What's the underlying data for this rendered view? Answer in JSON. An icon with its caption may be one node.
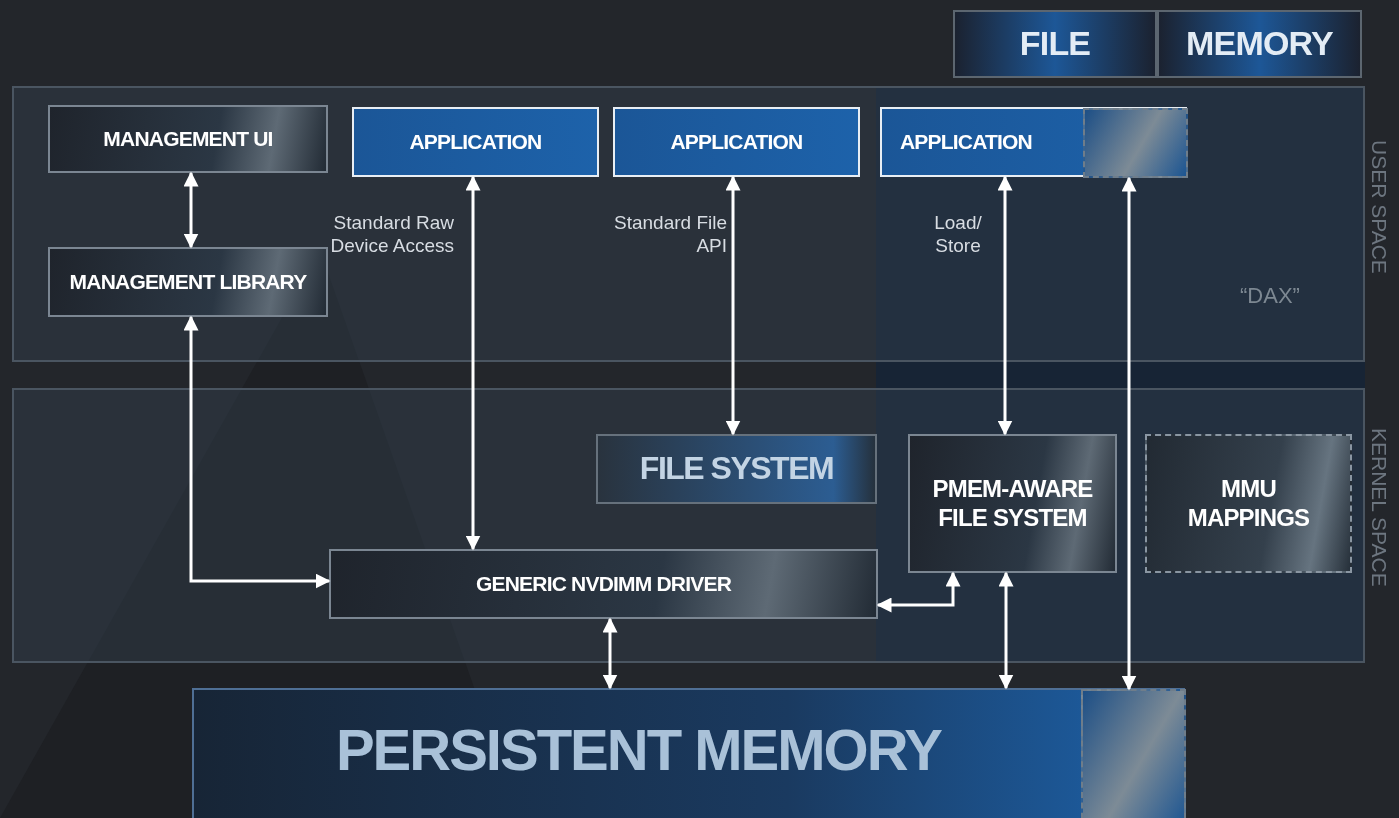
{
  "diagram": {
    "nodes": [
      {
        "text": [
          "FILE"
        ]
      },
      {
        "text": [
          "MEMORY"
        ]
      },
      {
        "text": [],
        "shape": "box"
      },
      {
        "text": [
          "MANAGEMENT UI"
        ],
        "in": 2
      },
      {
        "text": [
          "MANAGEMENT LIBRARY"
        ],
        "in": 2
      },
      {
        "text": [
          "APPLICATION"
        ],
        "in": 2
      },
      {
        "text": [
          "APPLICATION"
        ],
        "in": 2
      },
      {
        "text": [
          "APPLICATION"
        ],
        "in": 2
      },
      {
        "text": [],
        "shape": "box",
        "in": 7
      },
      {
        "text": [],
        "shape": "box"
      },
      {
        "text": [
          "FILE SYSTEM"
        ],
        "in": 9
      },
      {
        "text": [
          "PMEM-AWARE FILE SYSTEM"
        ],
        "in": 9
      },
      {
        "text": [
          "MMU MAPPINGS"
        ],
        "in": 9
      },
      {
        "text": [
          "GENERIC NVDIMM DRIVER"
        ],
        "in": 9
      },
      {
        "text": [
          "PERSISTENT MEMORY"
        ]
      },
      {
        "text": [],
        "shape": "box",
        "in": 14
      }
    ],
    "edges": [
      {
        "from": 3,
        "to": 4,
        "arrow": "both"
      },
      {
        "from": 4,
        "to": 13,
        "arrow": "both"
      },
      {
        "from": 5,
        "to": 13,
        "arrow": "both",
        "label": "Standard Raw Device Access"
      },
      {
        "from": 6,
        "to": 10,
        "arrow": "both",
        "label": "Standard File API"
      },
      {
        "from": 7,
        "to": 11,
        "arrow": "both",
        "label": "Load/ Store"
      },
      {
        "from": 11,
        "to": 13,
        "arrow": "both"
      },
      {
        "from": 13,
        "to": 14,
        "arrow": "both"
      },
      {
        "from": 11,
        "to": 14,
        "arrow": "both"
      },
      {
        "from": 8,
        "to": 15,
        "arrow": "both"
      }
    ],
    "labels": [
      "USER SPACE",
      "“DAX”",
      "KERNEL SPACE"
    ]
  }
}
